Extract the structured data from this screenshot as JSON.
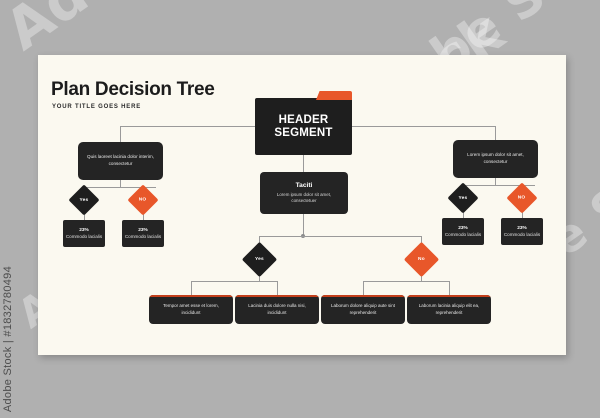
{
  "stock": {
    "watermark_text": "Adobe Stock",
    "credit_line": "Adobe Stock | #1832780494"
  },
  "slide": {
    "title": "Plan Decision Tree",
    "subtitle": "YOUR TITLE GOES HERE"
  },
  "colors": {
    "accent_orange": "#e8572a",
    "node_dark": "#242424",
    "slide_bg": "#fbf9f0",
    "page_bg": "#b0b0b0",
    "connector": "#9a9a9a"
  },
  "nodes": {
    "header": {
      "line1": "HEADER",
      "line2": "SEGMENT"
    },
    "branch_left": {
      "text": "Quis laoreet lacinia dolor interim, consectetur"
    },
    "branch_right": {
      "text": "Lorem ipsum dolor sit amet, consectetur"
    },
    "middle": {
      "title": "Taciti",
      "text": "Lorem ipsum dolor sit amet, consectetuer"
    }
  },
  "decisions": {
    "left_yes": "Yes",
    "left_no": "NO",
    "right_yes": "Yes",
    "right_no": "NO",
    "center_yes": "Yes",
    "center_no": "No"
  },
  "stats": [
    {
      "value": "23%",
      "label": "Commodo lacialis"
    },
    {
      "value": "23%",
      "label": "Commodo lacialis"
    },
    {
      "value": "23%",
      "label": "Commodo lacialis"
    },
    {
      "value": "23%",
      "label": "Commodo lacialis"
    }
  ],
  "leaves": [
    {
      "text": "Tempor amet esse et lorem, incididunt"
    },
    {
      "text": "Lacinia duis dolore nulla nisi, incididunt"
    },
    {
      "text": "Laborum dolore aliquip aute sint reprehenderit"
    },
    {
      "text": "Laborum lacinia aliquip elit ea, reprehenderit"
    }
  ]
}
